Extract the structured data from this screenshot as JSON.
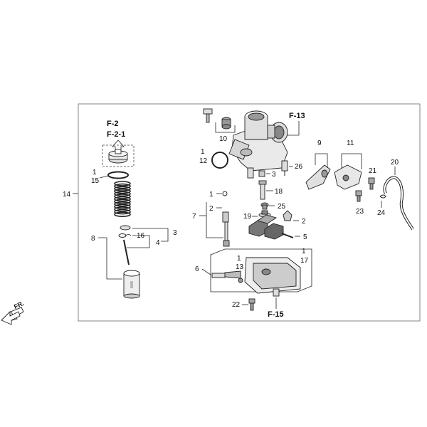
{
  "diagram": {
    "refs": {
      "f2": "F-2",
      "f21": "F-2-1",
      "f13": "F-13",
      "f15": "F-15"
    },
    "fr": "FR.",
    "labels": {
      "l14": "14",
      "l1a": "1",
      "l15": "15",
      "l8": "8",
      "l16": "16",
      "l3a": "3",
      "l4": "4",
      "l10": "10",
      "l1b": "1",
      "l12": "12",
      "l26": "26",
      "l3b": "3",
      "l18": "18",
      "l1c": "1",
      "l2a": "2",
      "l25": "25",
      "l7": "7",
      "l19": "19",
      "l2b": "2",
      "l5": "5",
      "l1d": "1",
      "l17": "17",
      "l6": "6",
      "l1e": "1",
      "l13": "13",
      "l22": "22",
      "l9": "9",
      "l11": "11",
      "l20": "20",
      "l21": "21",
      "l23": "23",
      "l24": "24"
    }
  }
}
